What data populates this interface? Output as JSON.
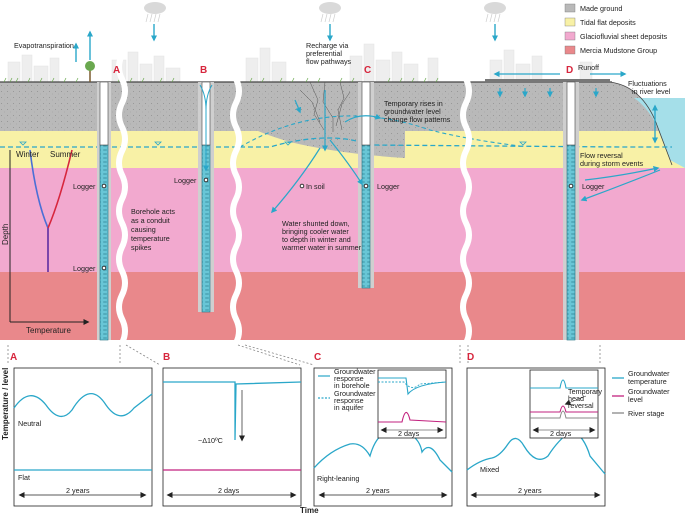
{
  "legend": {
    "made_ground": "Made ground",
    "tidal_flat": "Tidal flat deposits",
    "glaciofluvial": "Glaciofluvial sheet deposits",
    "mercia": "Mercia Mudstone Group"
  },
  "colors": {
    "made_ground": "#b9b9b9",
    "tidal_flat": "#f8f1a6",
    "glaciofluvial": "#f2a9cf",
    "mercia": "#e9888b",
    "water": "#2aa7c9",
    "borehole": "#68c6d6",
    "red_letter": "#d7263d",
    "magenta": "#c2227f"
  },
  "section": {
    "panel_A": "A",
    "panel_B": "B",
    "panel_C": "C",
    "panel_D": "D",
    "evapotranspiration": "Evapotranspiration",
    "winter": "Winter",
    "summer": "Summer",
    "depth": "Depth",
    "temperature": "Temperature",
    "logger": "Logger",
    "in_soil": "In soil",
    "recharge_1": "Recharge via",
    "recharge_2": "preferential",
    "recharge_3": "flow pathways",
    "temporary_1": "Temporary rises in",
    "temporary_2": "groundwater level",
    "temporary_3": "change flow patterns",
    "borehole_1": "Borehole acts",
    "borehole_2": "as a conduit",
    "borehole_3": "causing",
    "borehole_4": "temperature",
    "borehole_5": "spikes",
    "shunted_1": "Water shunted down,",
    "shunted_2": "bringing cooler water",
    "shunted_3": "to depth in winter and",
    "shunted_4": "warmer water in summer",
    "runoff": "Runoff",
    "fluctuations_1": "Fluctuations",
    "fluctuations_2": "in river level",
    "flow_reversal_1": "Flow reversal",
    "flow_reversal_2": "during storm events"
  },
  "charts": {
    "y_axis_label": "Temperature / level",
    "x_axis_label": "Time",
    "A": {
      "letter": "A",
      "neutral": "Neutral",
      "flat": "Flat",
      "span": "2 years"
    },
    "B": {
      "letter": "B",
      "delta": "~Δ10ºC",
      "span": "2 days"
    },
    "C": {
      "letter": "C",
      "label": "Right-leaning",
      "span": "2 years",
      "inset_span": "2 days",
      "inset_legend_1a": "Groundwater",
      "inset_legend_1b": "response",
      "inset_legend_1c": "in borehole",
      "inset_legend_2a": "Groundwater",
      "inset_legend_2b": "response",
      "inset_legend_2c": "in aquifer"
    },
    "D": {
      "letter": "D",
      "label": "Mixed",
      "span": "2 years",
      "inset_span": "2 days",
      "temporary_1": "Temporary",
      "temporary_2": "head",
      "temporary_3": "reversal"
    }
  },
  "chart_legend": {
    "gw_temp_1": "Groundwater",
    "gw_temp_2": "temperature",
    "gw_level_1": "Groundwater",
    "gw_level_2": "level",
    "river_stage": "River stage"
  }
}
